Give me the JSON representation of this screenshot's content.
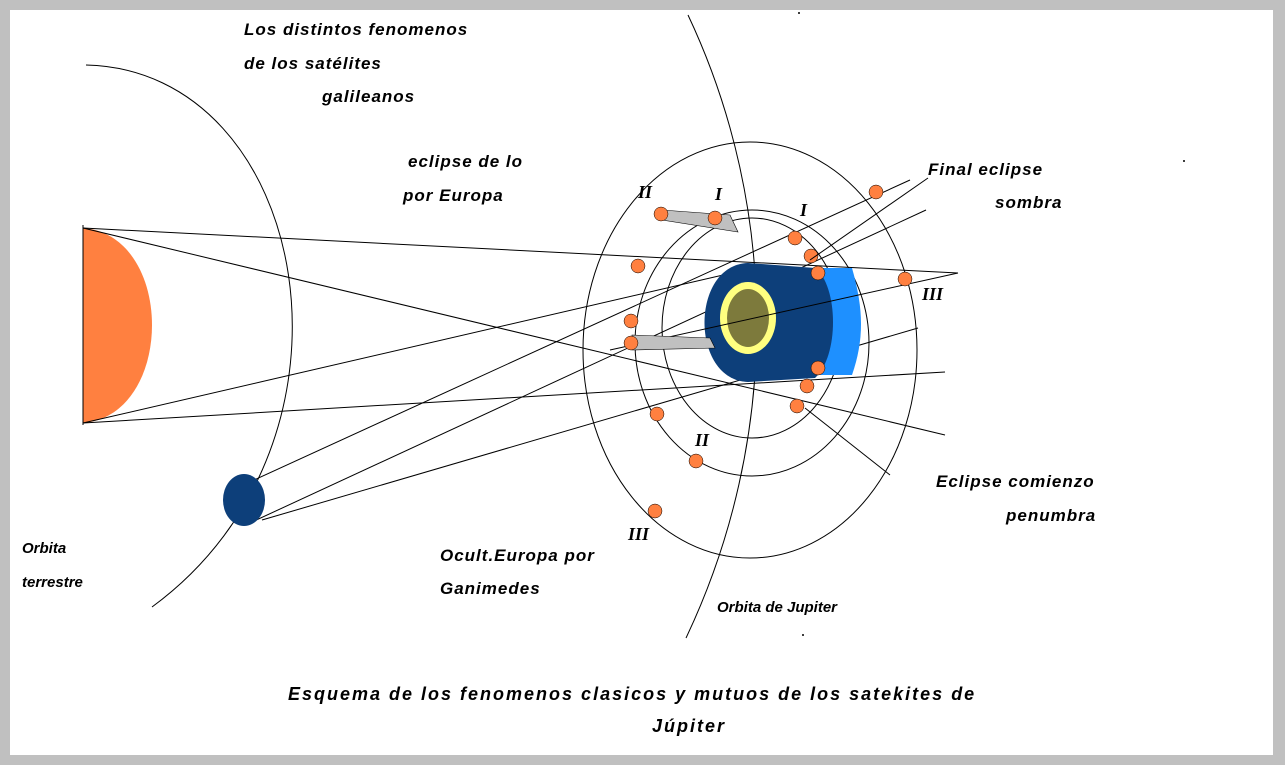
{
  "title": [
    "Los distintos fenomenos",
    "de los satélites",
    "galileanos"
  ],
  "labels": {
    "eclipse_io": [
      "eclipse de lo",
      "por Europa"
    ],
    "final_eclipse": [
      "Final eclipse",
      "sombra"
    ],
    "eclipse_comienzo": [
      "Eclipse comienzo",
      "penumbra"
    ],
    "orbita_terrestre": [
      "Orbita",
      "terrestre"
    ],
    "ocult_europa": [
      "Ocult.Europa por",
      "Ganimedes"
    ],
    "orbita_jupiter": "Orbita de Jupiter"
  },
  "roman": {
    "ii_top": "II",
    "i_top_left": "I",
    "i_top_right": "I",
    "iii_right": "III",
    "ii_bottom": "II",
    "iii_bottom": "III"
  },
  "caption": [
    "Esquema de los fenomenos clasicos y mutuos de los satekites de",
    "Júpiter"
  ],
  "colors": {
    "sun": "#ff8040",
    "earth": "#0d3f7a",
    "jupiter_body": "#0d3f7a",
    "jupiter_lit": "#1e90ff",
    "jupiter_disk": "#7d7a3c",
    "jupiter_ring": "#ffff80",
    "satellite": "#ff8040",
    "shadow": "#c0c0c0"
  }
}
